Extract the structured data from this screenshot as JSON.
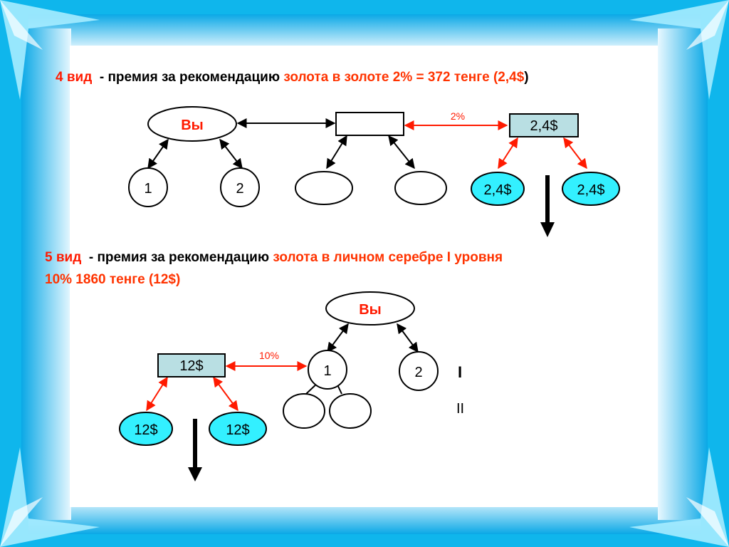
{
  "section4": {
    "label": "4 вид",
    "text": "- премия за рекомендацию",
    "highlight": "золота в золоте 2% = 372 тенге (2,4$",
    "tail": ")"
  },
  "section5": {
    "label": "5 вид",
    "text": "- премия за рекомендацию",
    "highlight": "золота в личном серебре I уровня",
    "line2": "10% 1860 тенге (12$)"
  },
  "diagram4": {
    "you": "Вы",
    "child1": "1",
    "child2": "2",
    "percent": "2%",
    "bonus_box": "2,4$",
    "bonus_left": "2,4$",
    "bonus_right": "2,4$"
  },
  "diagram5": {
    "you": "Вы",
    "child1": "1",
    "child2": "2",
    "percent": "10%",
    "bonus_box": "12$",
    "bonus_left": "12$",
    "bonus_right": "12$",
    "level1": "I",
    "level2": "II"
  },
  "colors": {
    "accent_red": "#ff1a00",
    "cyan_fill": "#33f0ff",
    "box_fill": "#b9dfe3",
    "frame_blue": "#0fb6ec"
  }
}
